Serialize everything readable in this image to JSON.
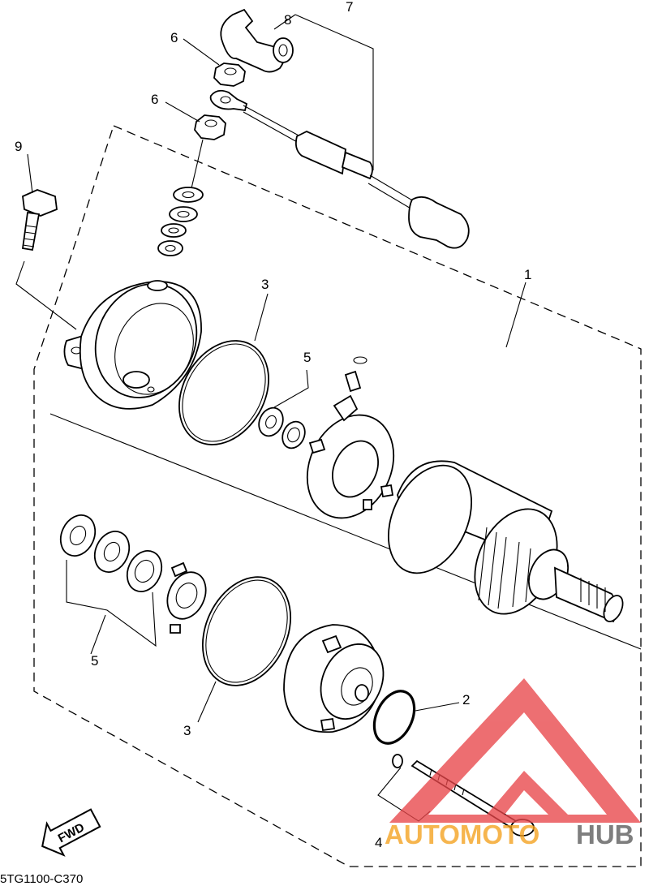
{
  "diagram": {
    "callouts": [
      "1",
      "2",
      "3",
      "3",
      "4",
      "5",
      "5",
      "6",
      "6",
      "7",
      "8",
      "9"
    ],
    "fwd_label": "FWD",
    "drawing_code": "5TG1100-C370"
  },
  "watermark": {
    "text_auto": "AUTOMOTO",
    "text_hub": "HUB",
    "color_red": "#e8464a",
    "color_orange": "#f4a11d",
    "color_gray": "#5b5b5b"
  }
}
